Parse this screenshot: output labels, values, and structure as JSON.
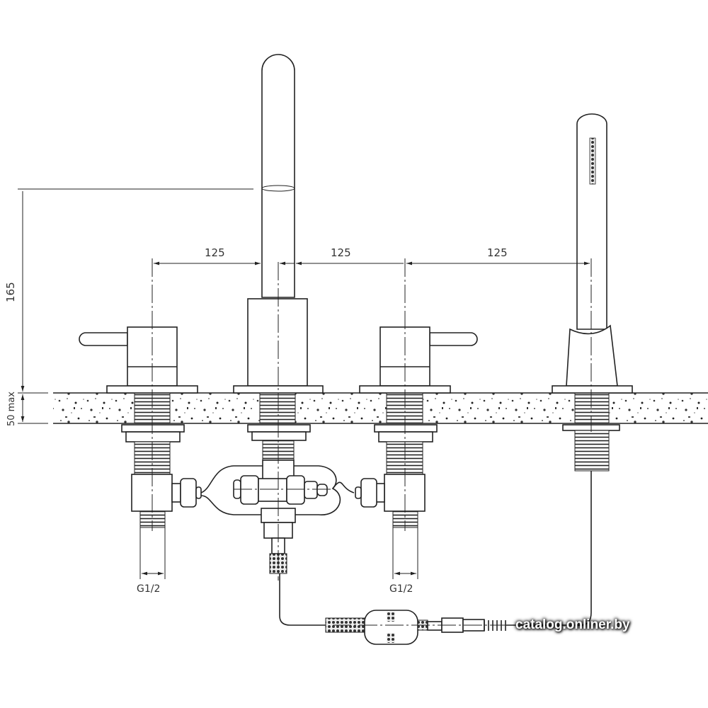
{
  "dimensions": {
    "height_above_deck": "165",
    "deck_thickness": "50 max",
    "spacing_1": "125",
    "spacing_2": "125",
    "spacing_3": "125",
    "thread_left": "G1/2",
    "thread_right": "G1/2"
  },
  "watermark": "catalog.onliner.by"
}
